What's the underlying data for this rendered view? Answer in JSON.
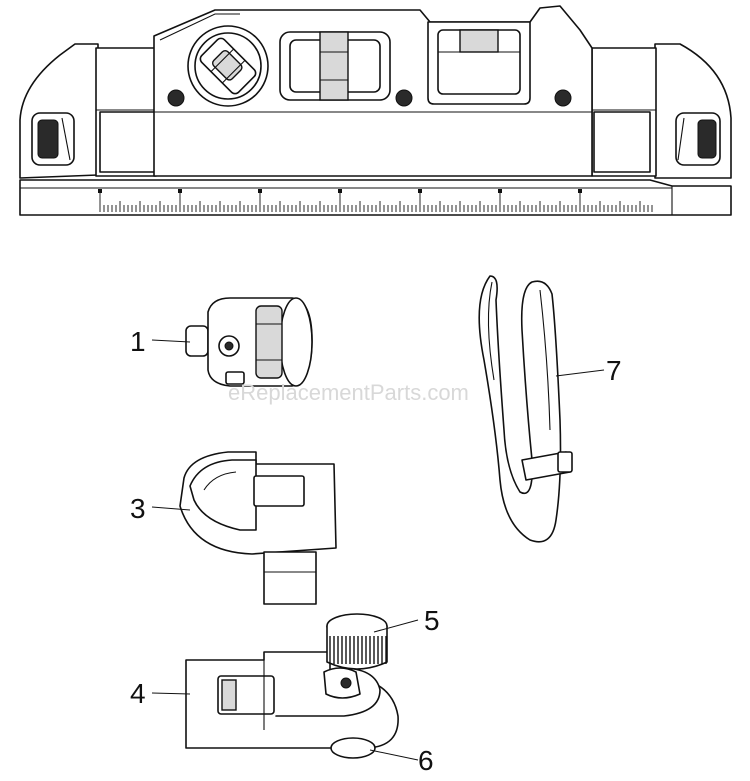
{
  "watermark": "eReplacementParts.com",
  "callouts": [
    {
      "id": "1",
      "label": "1"
    },
    {
      "id": "3",
      "label": "3"
    },
    {
      "id": "4",
      "label": "4"
    },
    {
      "id": "5",
      "label": "5"
    },
    {
      "id": "6",
      "label": "6"
    },
    {
      "id": "7",
      "label": "7"
    }
  ]
}
